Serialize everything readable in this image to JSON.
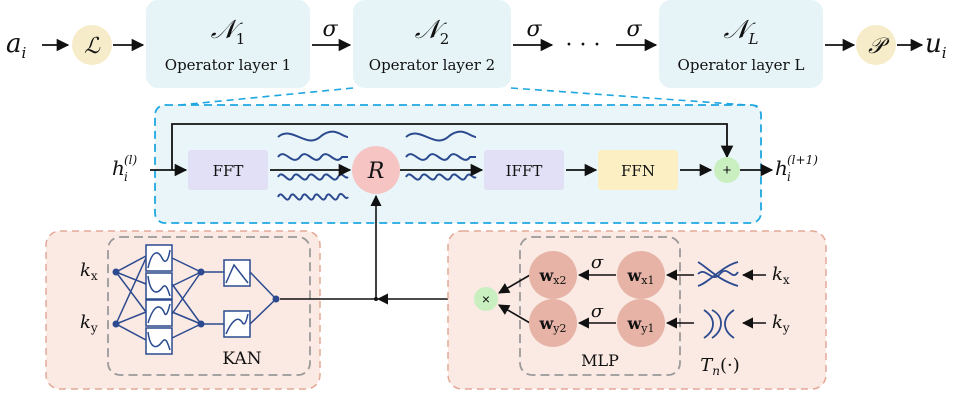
{
  "colors": {
    "operator_box": "#e6f4f7",
    "expanded_box": "#e9f5f8",
    "expanded_border": "#1ea7e0",
    "circle_yellow": "#f6ecc9",
    "fft_box": "#e2e0f6",
    "ffn_box": "#fbefc3",
    "r_circle": "#f7c4c4",
    "plus_circle": "#c9efc1",
    "kan_mlp_box": "#fbe9e3",
    "kan_mlp_border": "#e3a996",
    "node_fill": "#e7b3a6",
    "wave_color": "#2b4a8f",
    "inner_dashed": "#9a9a9a"
  },
  "top_row": {
    "input": "a",
    "input_sub": "i",
    "lift": "ℒ",
    "projection": "𝒫",
    "output": "u",
    "output_sub": "i",
    "activation": "σ",
    "ellipsis": "· · ·",
    "layers": [
      {
        "symbol": "𝒩",
        "sub": "1",
        "caption": "Operator layer 1"
      },
      {
        "symbol": "𝒩",
        "sub": "2",
        "caption": "Operator layer 2"
      },
      {
        "symbol": "𝒩",
        "sub": "L",
        "caption": "Operator layer L"
      }
    ]
  },
  "layer_detail": {
    "input_h": "h",
    "input_sub": "i",
    "input_sup": "(l)",
    "output_h": "h",
    "output_sub": "i",
    "output_sup": "(l+1)",
    "fft": "FFT",
    "r": "R",
    "ifft": "IFFT",
    "ffn": "FFN",
    "plus": "+"
  },
  "kan": {
    "label": "KAN",
    "inputs": [
      {
        "k": "k",
        "sub": "x"
      },
      {
        "k": "k",
        "sub": "y"
      }
    ]
  },
  "mlp": {
    "label": "MLP",
    "multiply": "×",
    "sigma": "σ",
    "nodes": [
      {
        "w": "w",
        "sub": "x2"
      },
      {
        "w": "w",
        "sub": "x1"
      },
      {
        "w": "w",
        "sub": "y2"
      },
      {
        "w": "w",
        "sub": "y1"
      }
    ],
    "inputs": [
      {
        "k": "k",
        "sub": "x"
      },
      {
        "k": "k",
        "sub": "y"
      }
    ],
    "basis": "T",
    "basis_sub": "n",
    "basis_arg": "(·)"
  }
}
